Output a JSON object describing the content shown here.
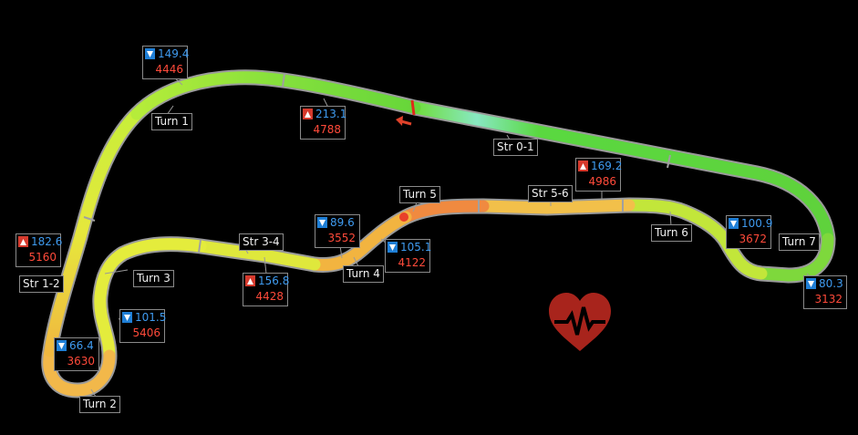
{
  "colors": {
    "background": "#000000",
    "min_marker": "#1f7fd6",
    "max_marker": "#d63a2d",
    "speed_text": "#3f9bf0",
    "value_text": "#ff4a3a",
    "heart": "#a8241c"
  },
  "labels": {
    "turn1": "Turn 1",
    "turn2": "Turn 2",
    "turn3": "Turn 3",
    "turn4": "Turn 4",
    "turn5": "Turn 5",
    "turn6": "Turn 6",
    "turn7": "Turn 7",
    "str01": "Str 0-1",
    "str12": "Str 1-2",
    "str34": "Str 3-4",
    "str56": "Str 5-6"
  },
  "markers": [
    {
      "id": "m1",
      "type": "min",
      "speed": "149.4",
      "value": "4446"
    },
    {
      "id": "m2",
      "type": "max",
      "speed": "213.1",
      "value": "4788"
    },
    {
      "id": "m3",
      "type": "max",
      "speed": "182.6",
      "value": "5160"
    },
    {
      "id": "m4",
      "type": "min",
      "speed": "66.4",
      "value": "3630"
    },
    {
      "id": "m5",
      "type": "min",
      "speed": "101.5",
      "value": "5406"
    },
    {
      "id": "m6",
      "type": "max",
      "speed": "156.8",
      "value": "4428"
    },
    {
      "id": "m7",
      "type": "min",
      "speed": "89.6",
      "value": "3552"
    },
    {
      "id": "m8",
      "type": "min",
      "speed": "105.1",
      "value": "4122"
    },
    {
      "id": "m9",
      "type": "max",
      "speed": "169.2",
      "value": "4986"
    },
    {
      "id": "m10",
      "type": "min",
      "speed": "100.9",
      "value": "3672"
    },
    {
      "id": "m11",
      "type": "min",
      "speed": "80.3",
      "value": "3132"
    }
  ],
  "icons": {
    "heart": "heart-rate-icon",
    "direction": "direction-arrow-icon"
  }
}
